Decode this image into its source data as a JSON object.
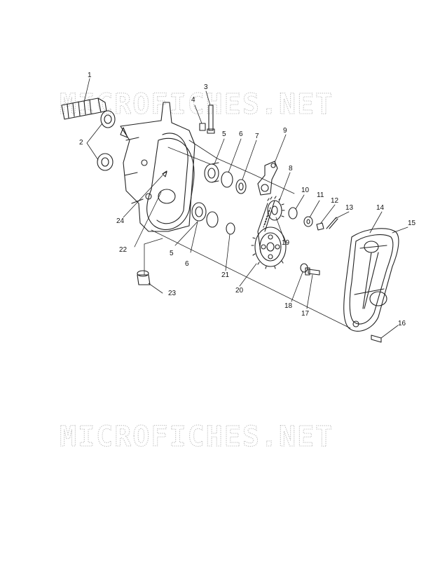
{
  "watermark": {
    "text": "MICROFICHES.NET",
    "color": "#b8b8b8"
  },
  "callouts": [
    "1",
    "2",
    "3",
    "4",
    "5",
    "6",
    "7",
    "8",
    "9",
    "10",
    "11",
    "12",
    "13",
    "14",
    "15",
    "16",
    "17",
    "18",
    "19",
    "20",
    "21",
    "22",
    "23",
    "24",
    "5",
    "6"
  ],
  "colors": {
    "line": "#222222",
    "background": "#ffffff"
  }
}
